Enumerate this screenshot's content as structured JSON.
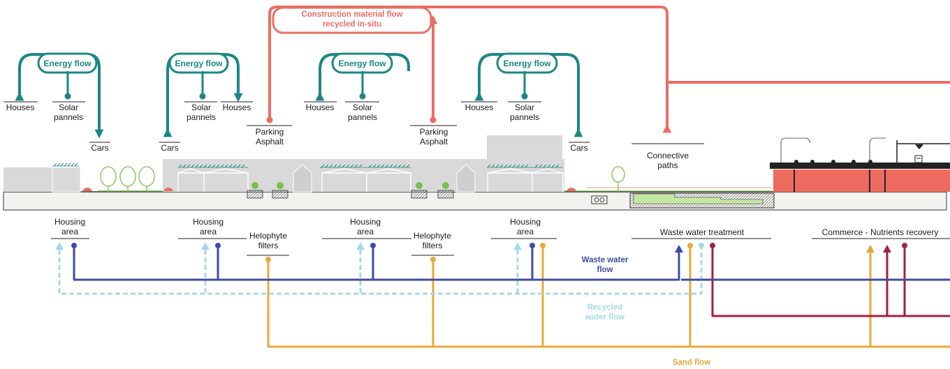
{
  "colors": {
    "energy": "#1a8784",
    "construction": "#ea6d65",
    "waste_water": "#3e4da0",
    "recycled_water": "#a7d8e6",
    "sand": "#e8a83a",
    "nutrients": "#a3213f",
    "ground": "#f2f2ee",
    "buildings": "#d9d9d9",
    "commerce_block": "#ee6b5f"
  },
  "flows": {
    "energy": "Energy flow",
    "construction_line1": "Construction material flow",
    "construction_line2": "recycled in-situ",
    "waste_water_line1": "Waste water",
    "waste_water_line2": "flow",
    "recycled_water_line1": "Recycled",
    "recycled_water_line2": "water flow",
    "sand": "Sand flow"
  },
  "top_labels": {
    "houses": "Houses",
    "solar_line1": "Solar",
    "solar_line2": "pannels",
    "cars": "Cars",
    "parking_line1": "Parking",
    "parking_line2": "Asphalt",
    "connective_line1": "Connective",
    "connective_line2": "paths"
  },
  "bottom_labels": {
    "housing_line1": "Housing",
    "housing_line2": "area",
    "helophyte_line1": "Helophyte",
    "helophyte_line2": "filters",
    "waste_treatment": "Waste water treatment",
    "commerce": "Commerce - Nutrients recovery"
  }
}
